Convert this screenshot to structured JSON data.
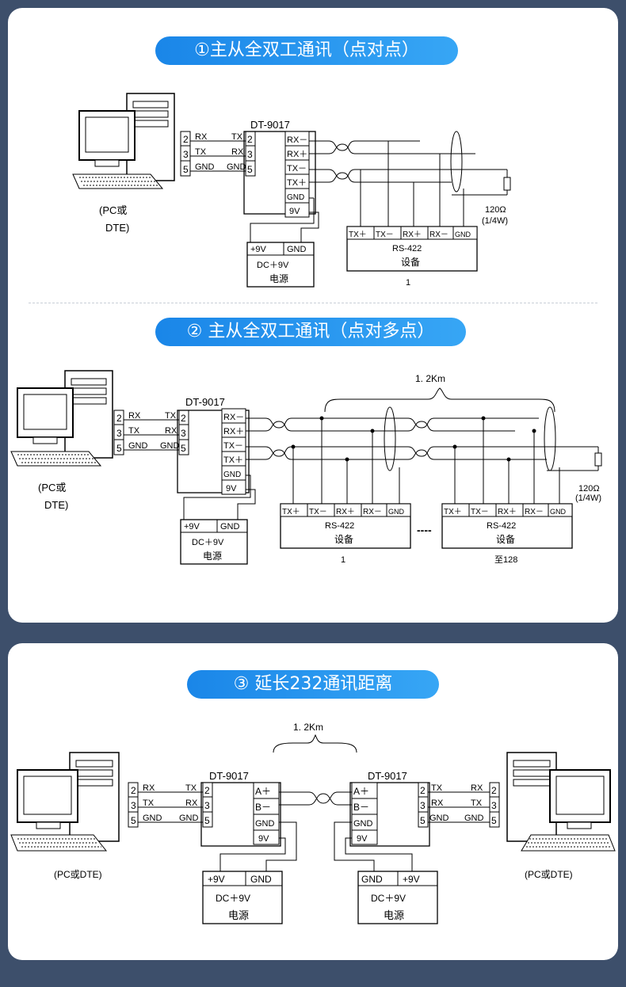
{
  "sections": [
    {
      "title": "①主从全双工通讯（点对点）"
    },
    {
      "title": "② 主从全双工通讯（点对多点）"
    },
    {
      "title": "③ 延长232通讯距离"
    }
  ],
  "converter": {
    "name": "DT-9017"
  },
  "pc": {
    "label_line1": "(PC或",
    "label_line2": "DTE)",
    "label_single": "(PC或DTE)"
  },
  "rs232": {
    "pins": [
      "2",
      "3",
      "5"
    ],
    "pc_side": [
      "RX",
      "TX",
      "GND"
    ],
    "dev_side": [
      "TX",
      "RX",
      "GND"
    ]
  },
  "rs422_outputs": [
    "RX－",
    "RX＋",
    "TX－",
    "TX＋",
    "GND",
    "9V"
  ],
  "rs485_outputs": [
    "A＋",
    "B－",
    "GND",
    "9V"
  ],
  "power": {
    "plus": "+9V",
    "gnd": "GND",
    "label": "DC＋9V",
    "name": "电源"
  },
  "device": {
    "terminals": [
      "TX＋",
      "TX－",
      "RX＋",
      "RX－",
      "GND"
    ],
    "type": "RS-422",
    "name": "设备",
    "index_first": "1",
    "index_last": "至128",
    "ellipsis": "----"
  },
  "terminator": {
    "value": "120Ω",
    "power": "(1/4W)"
  },
  "distance": "1. 2Km",
  "colors": {
    "card": "#ffffff",
    "background": "#3d4f6b",
    "pill": "#1a86e8",
    "line": "#000000"
  }
}
